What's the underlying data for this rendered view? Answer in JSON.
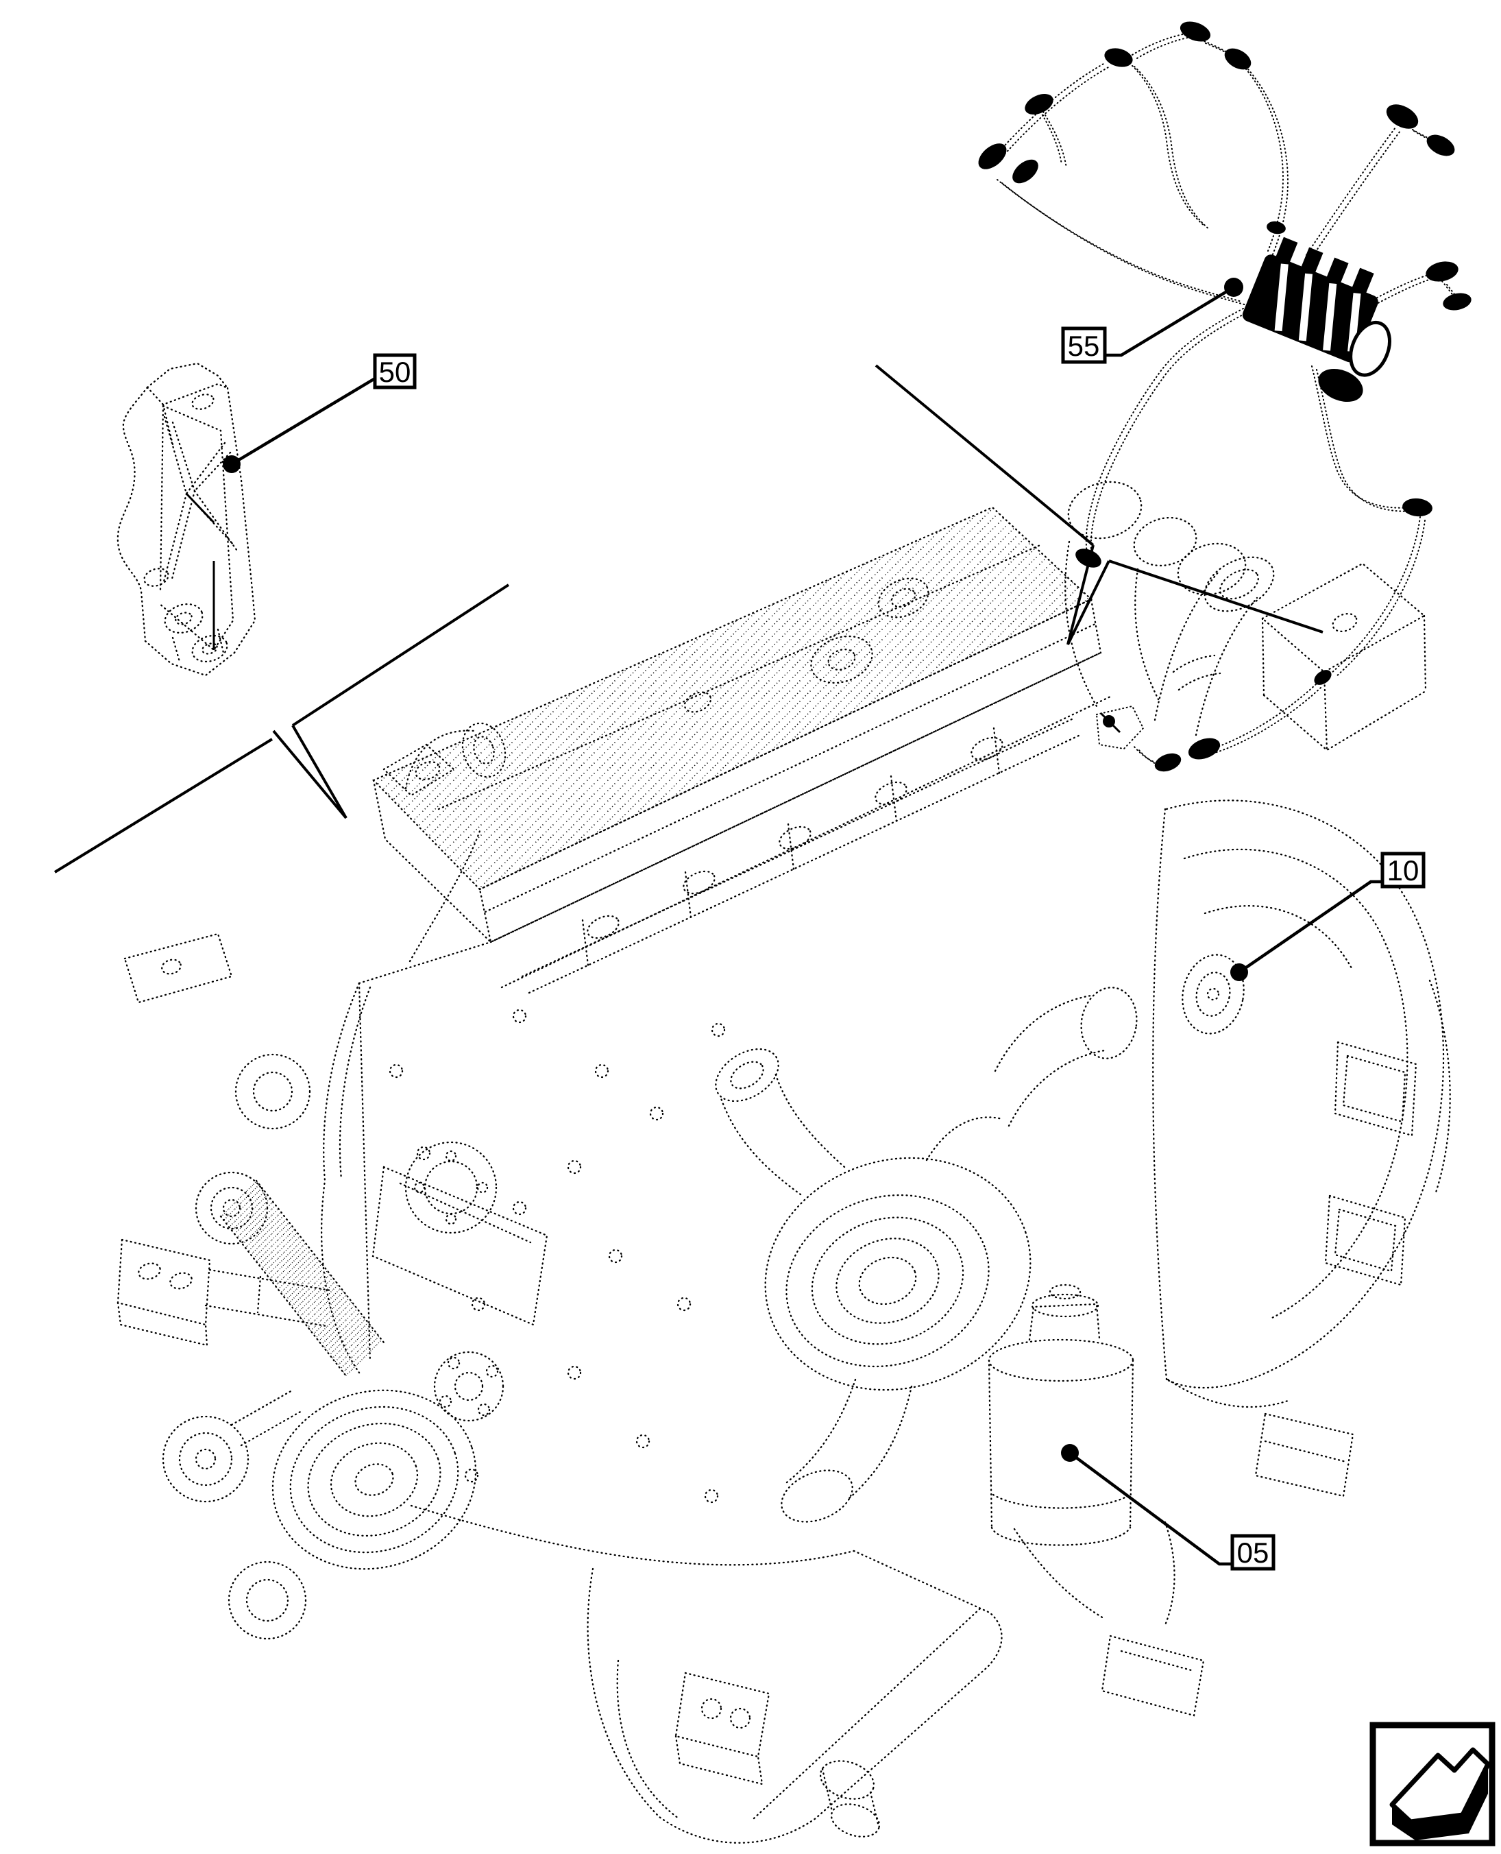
{
  "figure": {
    "callouts": [
      {
        "label": "50"
      },
      {
        "label": "55"
      },
      {
        "label": "10"
      },
      {
        "label": "05"
      }
    ],
    "corner_icon": "prev-page-arrow",
    "colors": {
      "line": "#000000",
      "background": "#ffffff"
    }
  }
}
